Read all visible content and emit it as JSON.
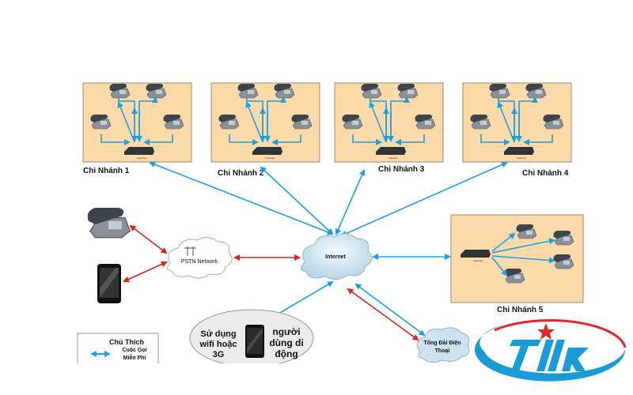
{
  "branches": [
    {
      "label": "Chi Nhánh 1"
    },
    {
      "label": "Chi Nhánh 2"
    },
    {
      "label": "Chi Nhánh 3"
    },
    {
      "label": "Chi Nhánh 4"
    },
    {
      "label": "Chi Nhánh 5"
    }
  ],
  "gateway_label": "Gateway",
  "clouds": {
    "internet": "Internet",
    "pstn": "PSTN Network",
    "pbx_line1": "Tổng Đài Điện",
    "pbx_line2": "Thoại"
  },
  "mobile_users": {
    "left_line1": "Sử dụng",
    "left_line2": "wifi hoặc",
    "left_line3": "3G",
    "right_line1": "người",
    "right_line2": "dùng di",
    "right_line3": "động"
  },
  "legend": {
    "title": "Chú Thích",
    "item_line1": "Cuộc Gọi",
    "item_line2": "Miễn Phí"
  },
  "logo": {
    "text": "TMK"
  },
  "colors": {
    "free_call_arrow": "#1ba1e2",
    "paid_call_arrow": "#e02020",
    "branch_box": "#fcd9a8",
    "cloud": "#cfe3ee",
    "logo_blue": "#1a9ad6",
    "logo_red": "#e3262b"
  }
}
